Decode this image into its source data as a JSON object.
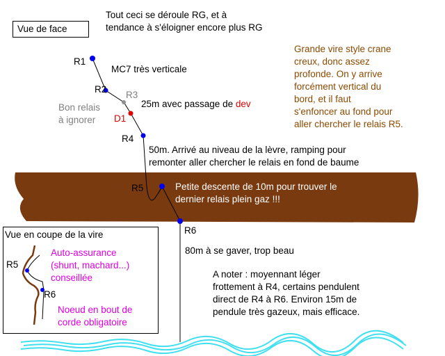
{
  "title_box": "Vue de face",
  "top_note": [
    "Tout ceci se déroule RG, et à",
    "tendance à s'éloigner encore plus RG"
  ],
  "relays": {
    "r1": "R1",
    "r2": "R2",
    "r3": "R3",
    "d1": "D1",
    "r4": "R4",
    "r5": "R5",
    "r6": "R6"
  },
  "bon_relais": [
    "Bon relais",
    "à ignorer"
  ],
  "pitch_mc7": "MC7 très verticale",
  "pitch_25m_prefix": "25m avec passage de ",
  "pitch_25m_dev": "dev",
  "pitch_50m": [
    "50m. Arrivé au niveau de la lèvre, ramping pour",
    "remonter aller chercher le relais en fond de baume"
  ],
  "pitch_descent": [
    "Petite descente de 10m pour trouver le",
    "dernier relais plein gaz !!!"
  ],
  "pitch_80m": "80m à se gaver, trop beau",
  "vire_note": [
    "Grande vire style crane",
    "creux, donc assez",
    "profonde. On y arrive",
    "forcément vertical du",
    "bord, et il faut",
    "s'enfoncer au fond pour",
    "aller chercher le relais  R5."
  ],
  "pendule_note": [
    "A noter : moyennant léger",
    "frottement à R4, certains pendulent",
    "direct de R4 à R6. Environ 15m de",
    "pendule très gazeux, mais efficace."
  ],
  "inset": {
    "title": "Vue en coupe de la vire",
    "r5": "R5",
    "r6": "R6",
    "auto": [
      "Auto-assurance",
      "(shunt, machard...)",
      "conseillée"
    ],
    "noeud": [
      "Noeud en bout de",
      "corde obligatoire"
    ]
  },
  "colors": {
    "ledge": "#7a3a10",
    "relay": "#0000ee",
    "dev": "#e00000",
    "ignored": "#909090",
    "note": "#8b4a00",
    "warning": "#e000e0",
    "water": "#40e0f0"
  }
}
